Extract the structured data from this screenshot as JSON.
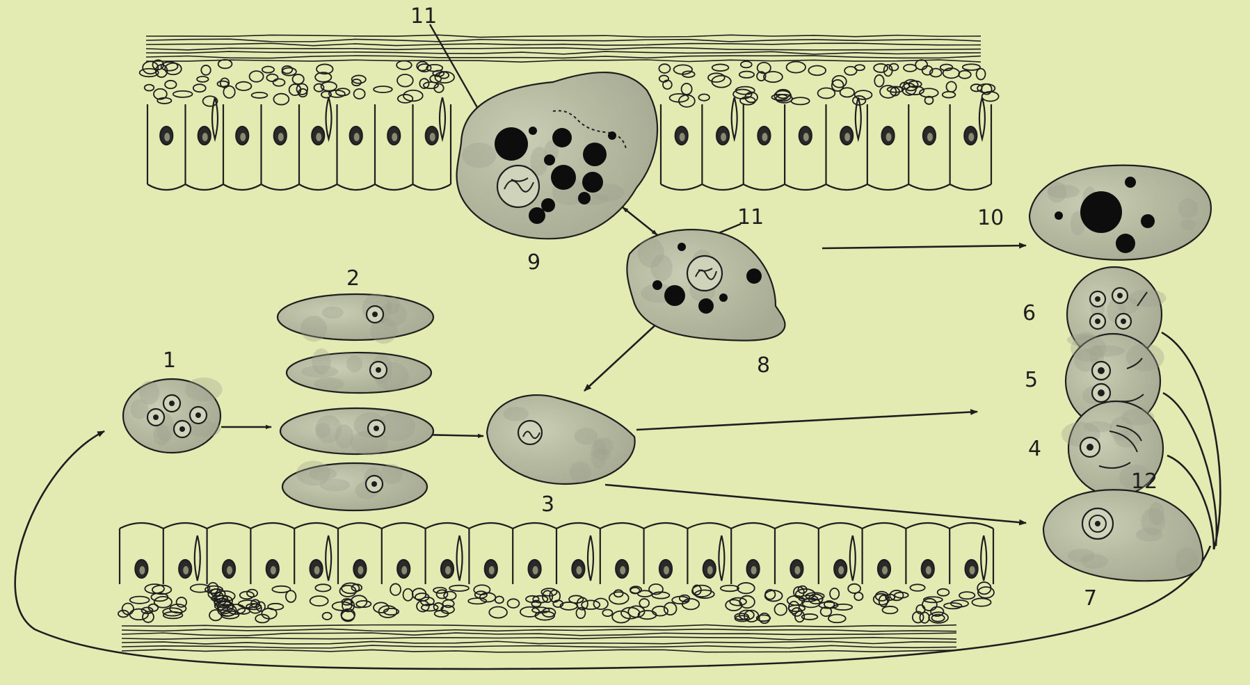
{
  "labels": {
    "l1": "1",
    "l2": "2",
    "l3": "3",
    "l4": "4",
    "l5": "5",
    "l6": "6",
    "l7": "7",
    "l8": "8",
    "l9": "9",
    "l10": "10",
    "l11a": "11",
    "l11b": "11",
    "l12": "12"
  },
  "colors": {
    "background": "#e3ebb3",
    "ink": "#1e1e1e",
    "cell_fill": "#c3c7ae",
    "cell_mottle": "#9ea08d",
    "dark_spot": "#0d0d0d"
  }
}
